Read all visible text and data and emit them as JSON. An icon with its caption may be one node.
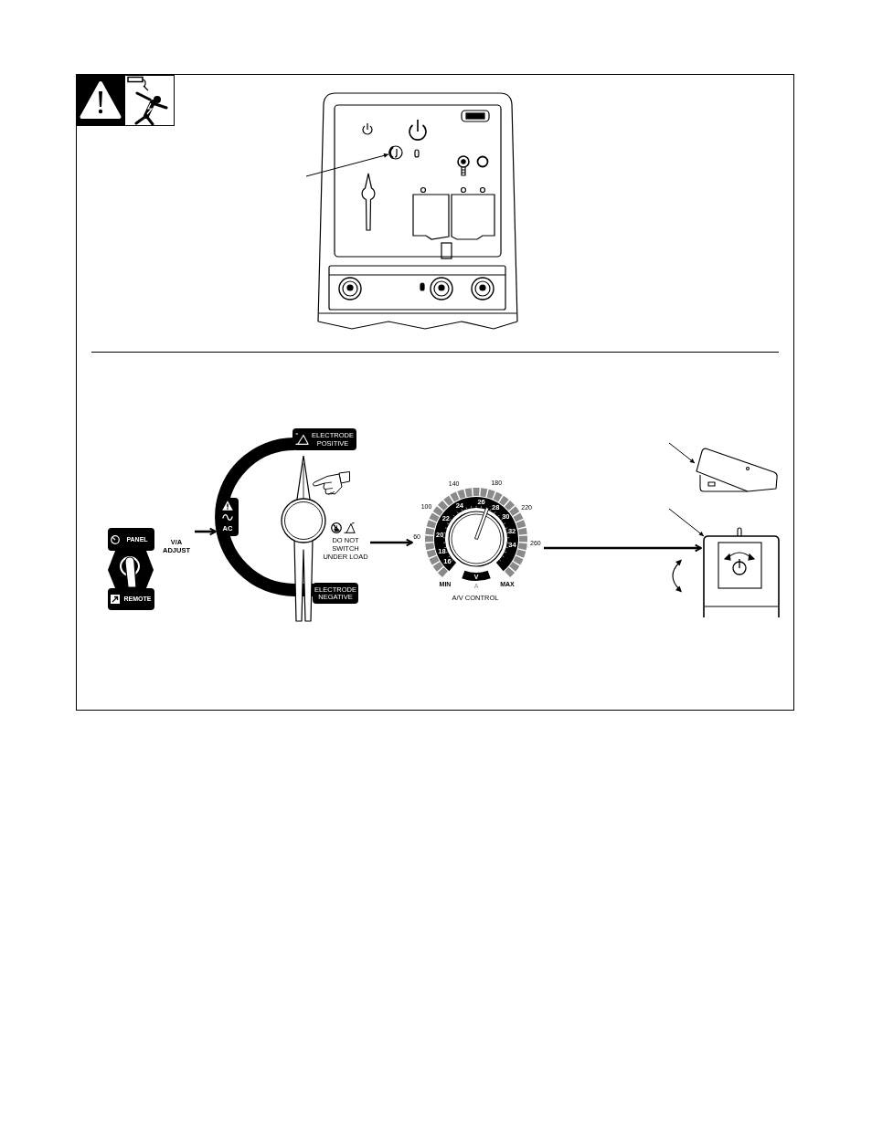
{
  "diagram": {
    "nodes": [
      {
        "text": [],
        "shape": "picture"
      },
      {
        "text": [],
        "shape": "circle",
        "in": 0
      },
      {
        "text": [
          "PANEL",
          "REMOTE"
        ],
        "beside": [
          "V/A ADJUST"
        ]
      },
      {
        "text": [
          "ELECTRODE POSITIVE",
          "AC",
          "DO NOT SWITCH UNDER LOAD",
          "ELECTRODE NEGATIVE"
        ]
      },
      {
        "text": [
          "140",
          "180",
          "100",
          "220",
          "60",
          "260",
          "24",
          "26",
          "28",
          "22",
          "30",
          "20",
          "32",
          "18",
          "34",
          "16",
          "MIN",
          "V",
          "A",
          "MAX"
        ],
        "beside": [
          "A/V CONTROL"
        ]
      },
      {
        "text": [],
        "shape": "picture"
      },
      {
        "text": [],
        "shape": "picture"
      }
    ],
    "edges": [
      {
        "from": null,
        "to": 1,
        "arrow": "to"
      },
      {
        "from": null,
        "to": 5,
        "arrow": "to"
      },
      {
        "from": null,
        "to": 6,
        "arrow": "to"
      },
      {
        "from": 2,
        "to": 3,
        "arrow": "to"
      },
      {
        "from": 3,
        "to": 4,
        "arrow": "to"
      },
      {
        "from": 4,
        "to": 6,
        "arrow": "to"
      }
    ]
  }
}
